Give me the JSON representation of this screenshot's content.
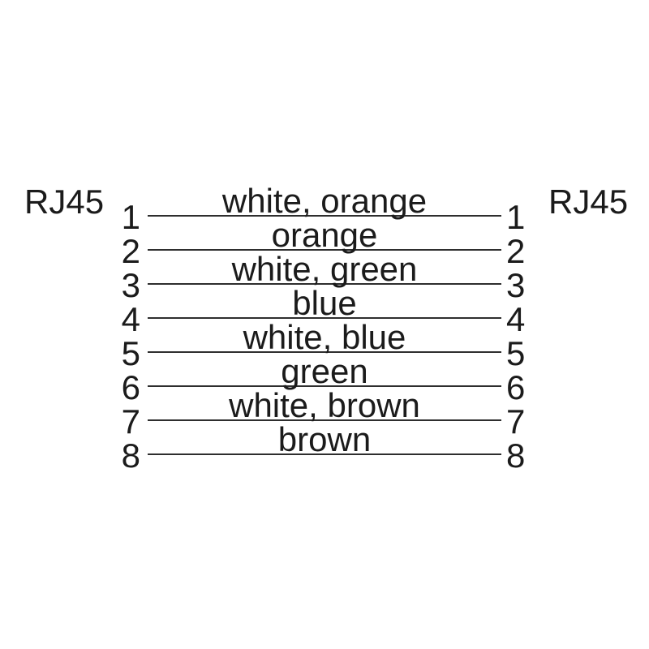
{
  "diagram": {
    "left_connector": "RJ45",
    "right_connector": "RJ45",
    "rows": [
      {
        "pin": "1",
        "label": "white, orange"
      },
      {
        "pin": "2",
        "label": "orange"
      },
      {
        "pin": "3",
        "label": "white, green"
      },
      {
        "pin": "4",
        "label": "blue"
      },
      {
        "pin": "5",
        "label": "white, blue"
      },
      {
        "pin": "6",
        "label": "green"
      },
      {
        "pin": "7",
        "label": "white, brown"
      },
      {
        "pin": "8",
        "label": "brown"
      }
    ],
    "colors": {
      "background": "#ffffff",
      "text": "#1b1b1b",
      "line": "#2e2e2e"
    }
  }
}
